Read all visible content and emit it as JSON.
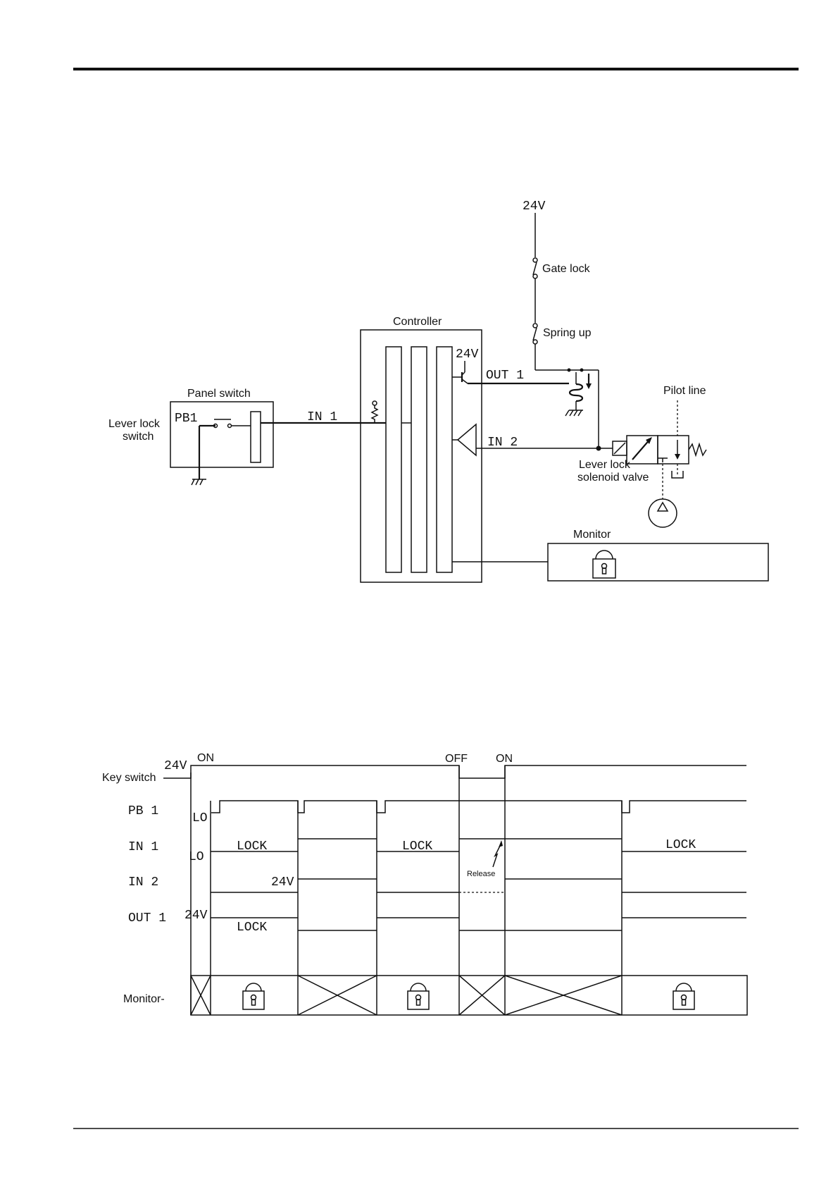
{
  "circuit": {
    "supply_label": "24V",
    "gate_lock": "Gate lock",
    "spring_up": "Spring up",
    "controller": "Controller",
    "controller_24v": "24V",
    "out1": "OUT 1",
    "in1": "IN 1",
    "in2": "IN 2",
    "panel_switch": "Panel switch",
    "pb1": "PB1",
    "lever_lock_switch_1": "Lever lock",
    "lever_lock_switch_2": "switch",
    "pilot_line": "Pilot line",
    "solenoid_1": "Lever lock",
    "solenoid_2": "solenoid valve",
    "monitor": "Monitor"
  },
  "timing": {
    "key_switch": "Key switch",
    "v24": "24V",
    "on1": "ON",
    "off": "OFF",
    "on2": "ON",
    "pb1": "PB 1",
    "in1": "IN 1",
    "in2": "IN 2",
    "out1": "OUT 1",
    "monitor": "Monitor-",
    "lo1": "LO",
    "lo2": "LO",
    "lock_in1_a": "LOCK",
    "lock_in1_b": "LOCK",
    "lock_in1_c": "LOCK",
    "v24_in2": "24V",
    "v24_out1": "24V",
    "lock_out1": "LOCK",
    "release": "Release"
  }
}
